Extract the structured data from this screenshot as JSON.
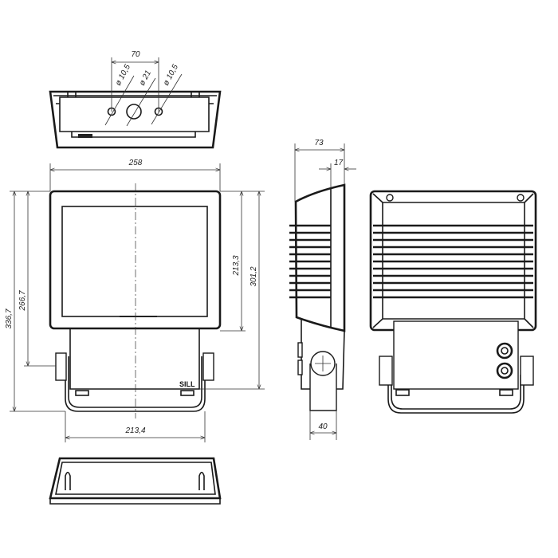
{
  "top_view": {
    "dim_hole_spacing": "70",
    "dim_hole_left": "ø 10,5",
    "dim_hole_center": "ø 21",
    "dim_hole_right": "ø 10,5"
  },
  "front_view": {
    "dim_width": "258",
    "dim_total_height": "336,7",
    "dim_pivot_height": "266,7",
    "dim_glass_height": "213,3",
    "dim_body_height": "301,2",
    "dim_bracket_width": "213,4",
    "logo": "SILL"
  },
  "side_view": {
    "dim_depth": "73",
    "dim_front_depth": "17",
    "dim_bracket_depth": "40"
  }
}
